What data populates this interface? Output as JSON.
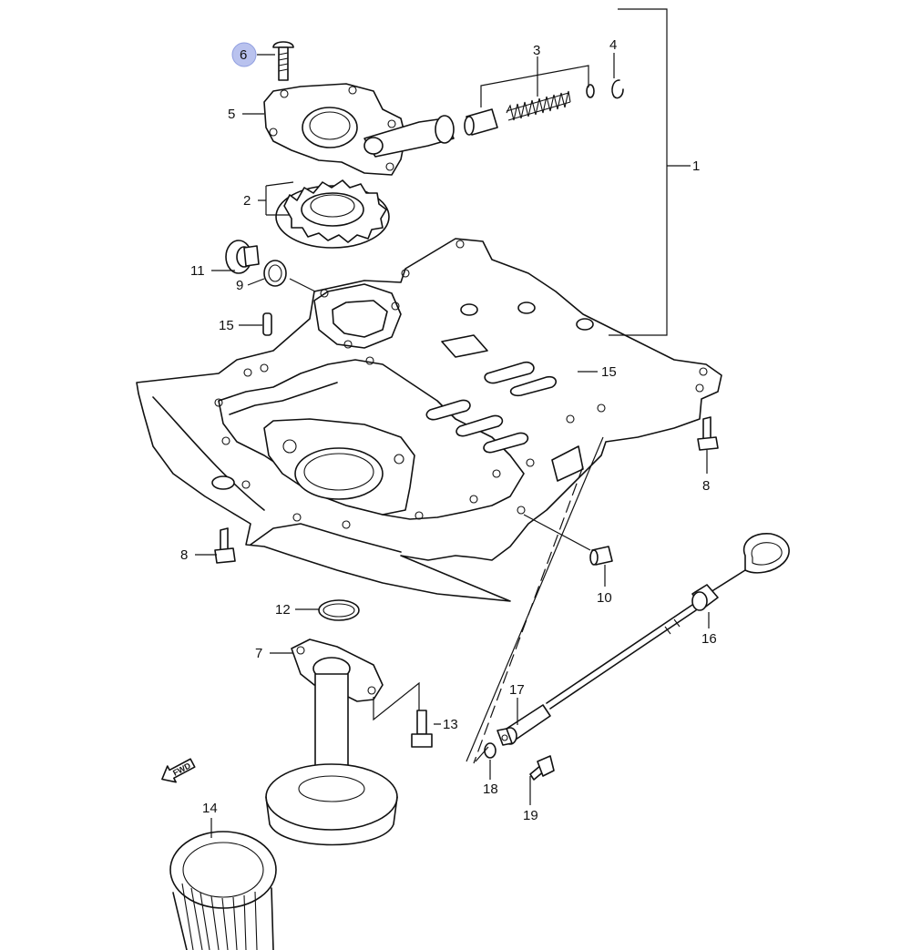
{
  "diagram": {
    "callouts": [
      {
        "id": "c1",
        "label": "1"
      },
      {
        "id": "c2",
        "label": "2"
      },
      {
        "id": "c3",
        "label": "3"
      },
      {
        "id": "c4",
        "label": "4"
      },
      {
        "id": "c5",
        "label": "5"
      },
      {
        "id": "c6",
        "label": "6",
        "highlighted": true
      },
      {
        "id": "c7",
        "label": "7"
      },
      {
        "id": "c8a",
        "label": "8"
      },
      {
        "id": "c8b",
        "label": "8"
      },
      {
        "id": "c9",
        "label": "9"
      },
      {
        "id": "c10",
        "label": "10"
      },
      {
        "id": "c11",
        "label": "11"
      },
      {
        "id": "c12",
        "label": "12"
      },
      {
        "id": "c13",
        "label": "13"
      },
      {
        "id": "c14",
        "label": "14"
      },
      {
        "id": "c15a",
        "label": "15"
      },
      {
        "id": "c15b",
        "label": "15"
      },
      {
        "id": "c16",
        "label": "16"
      },
      {
        "id": "c17",
        "label": "17"
      },
      {
        "id": "c18",
        "label": "18"
      },
      {
        "id": "c19",
        "label": "19"
      }
    ],
    "direction_arrow": {
      "label": "FWD"
    },
    "highlight_color": "#b9c2ee"
  }
}
